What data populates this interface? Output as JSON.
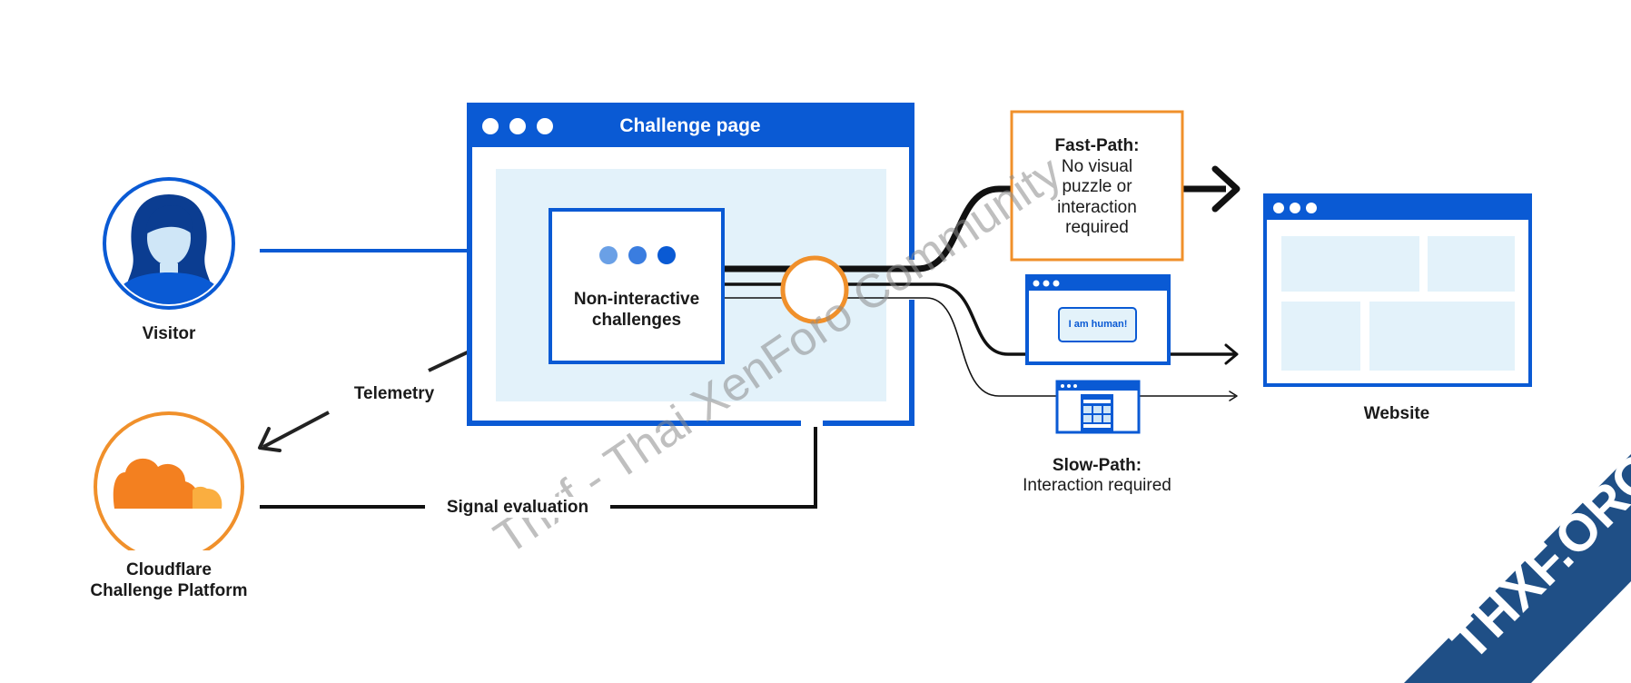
{
  "visitor": {
    "label": "Visitor"
  },
  "platform": {
    "label_line1": "Cloudflare",
    "label_line2": "Challenge Platform"
  },
  "challenge_page": {
    "title": "Challenge page"
  },
  "non_interactive": {
    "label_line1": "Non-interactive",
    "label_line2": "challenges"
  },
  "flows": {
    "telemetry": "Telemetry",
    "signal_evaluation": "Signal evaluation"
  },
  "fast_path": {
    "title": "Fast-Path:",
    "line1": "No visual",
    "line2": "puzzle or",
    "line3": "interaction",
    "line4": "required"
  },
  "turnstile_widget": {
    "button": "I am human!"
  },
  "slow_path": {
    "title": "Slow-Path:",
    "subtitle": "Interaction required"
  },
  "website": {
    "label": "Website"
  },
  "watermark": {
    "diagonal": "Thxf - Thai XenForo Community",
    "ribbon": "THXF.ORG"
  },
  "colors": {
    "blue": "#0a5ad4",
    "light_blue": "#e3f2fa",
    "orange": "#f0902b",
    "dark": "#111111"
  }
}
